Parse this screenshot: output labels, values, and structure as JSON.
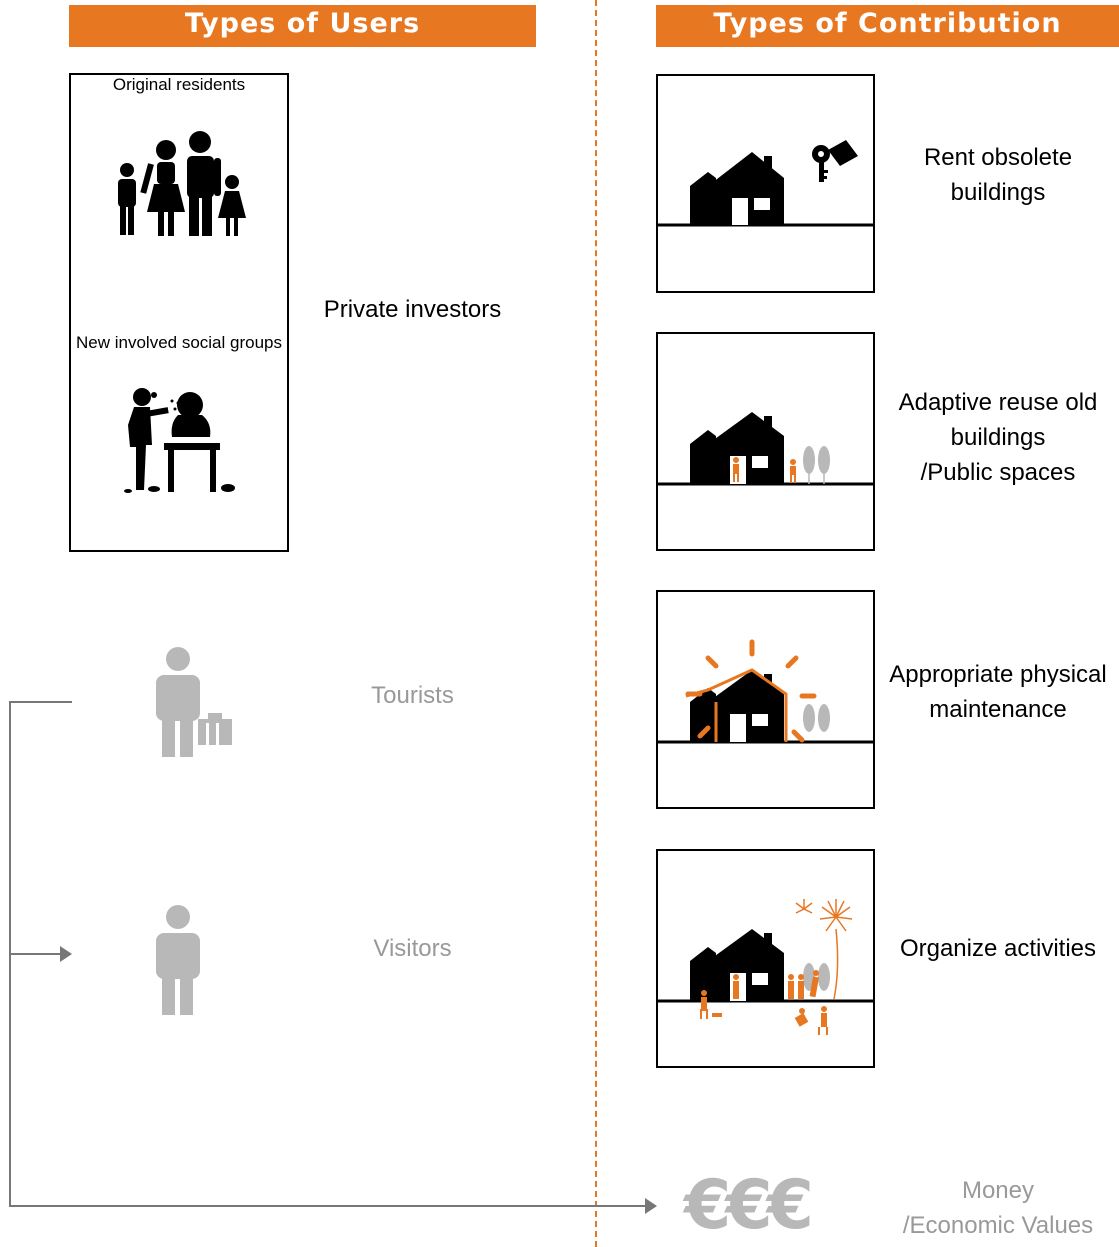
{
  "headers": {
    "users": "Types of Users",
    "contribution": "Types of Contribution"
  },
  "users": {
    "original_residents": "Original residents",
    "new_social_groups": "New involved social groups",
    "private_investors": "Private investors",
    "tourists": "Tourists",
    "visitors": "Visitors"
  },
  "contributions": [
    {
      "line1": "Rent obsolete",
      "line2": "buildings",
      "line3": ""
    },
    {
      "line1": "Adaptive reuse old",
      "line2": "buildings",
      "line3": "/Public spaces"
    },
    {
      "line1": "Appropriate physical",
      "line2": "maintenance",
      "line3": ""
    },
    {
      "line1": "Organize activities",
      "line2": "",
      "line3": ""
    }
  ],
  "money": {
    "symbol": "€€€",
    "line1": "Money",
    "line2": "/Economic Values"
  },
  "colors": {
    "accent": "#e87722",
    "grey": "#999999",
    "icon_grey": "#b8b8b8",
    "black": "#000000"
  }
}
